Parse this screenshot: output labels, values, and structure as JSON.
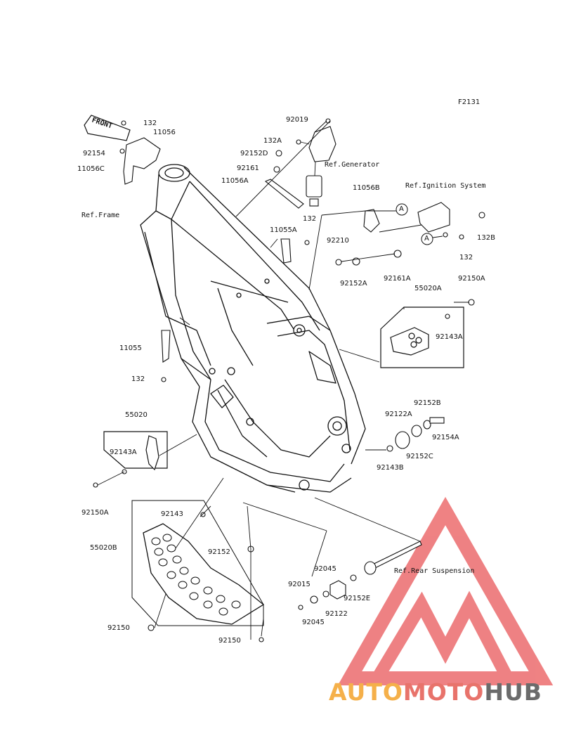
{
  "page_code": "F2131",
  "front_label": "FRONT",
  "references": {
    "frame": "Ref.Frame",
    "generator": "Ref.Generator",
    "ignition": "Ref.Ignition System",
    "rear_suspension": "Ref.Rear Suspension"
  },
  "callout_letter": "A",
  "parts": {
    "p132_top": "132",
    "p11056": "11056",
    "p92154": "92154",
    "p11056C": "11056C",
    "p92019": "92019",
    "p132A": "132A",
    "p92152D": "92152D",
    "p92161": "92161",
    "p11056A": "11056A",
    "p11056B": "11056B",
    "p132_mid": "132",
    "p11055A": "11055A",
    "p92210": "92210",
    "p92152A": "92152A",
    "p92161A": "92161A",
    "p132B": "132B",
    "p132_ign": "132",
    "p55020A": "55020A",
    "p92150A_right": "92150A",
    "p92143A_right": "92143A",
    "p11055": "11055",
    "p132_low": "132",
    "p55020": "55020",
    "p92143A_left": "92143A",
    "p92150A_left": "92150A",
    "p92152B": "92152B",
    "p92122A": "92122A",
    "p92154A": "92154A",
    "p92152C": "92152C",
    "p92143B": "92143B",
    "p92143": "92143",
    "p55020B": "55020B",
    "p92152": "92152",
    "p92045_top": "92045",
    "p92015": "92015",
    "p92122": "92122",
    "p92152E": "92152E",
    "p92045_bot": "92045",
    "p92150_left": "92150",
    "p92150_bot": "92150"
  },
  "watermark": {
    "part1": "AUTO",
    "part2": "MOTO",
    "part3": "HUB",
    "color1": "#f5b04a",
    "color2": "#e8736b",
    "color3": "#6b6b6b",
    "logo_color": "#e9585a"
  }
}
